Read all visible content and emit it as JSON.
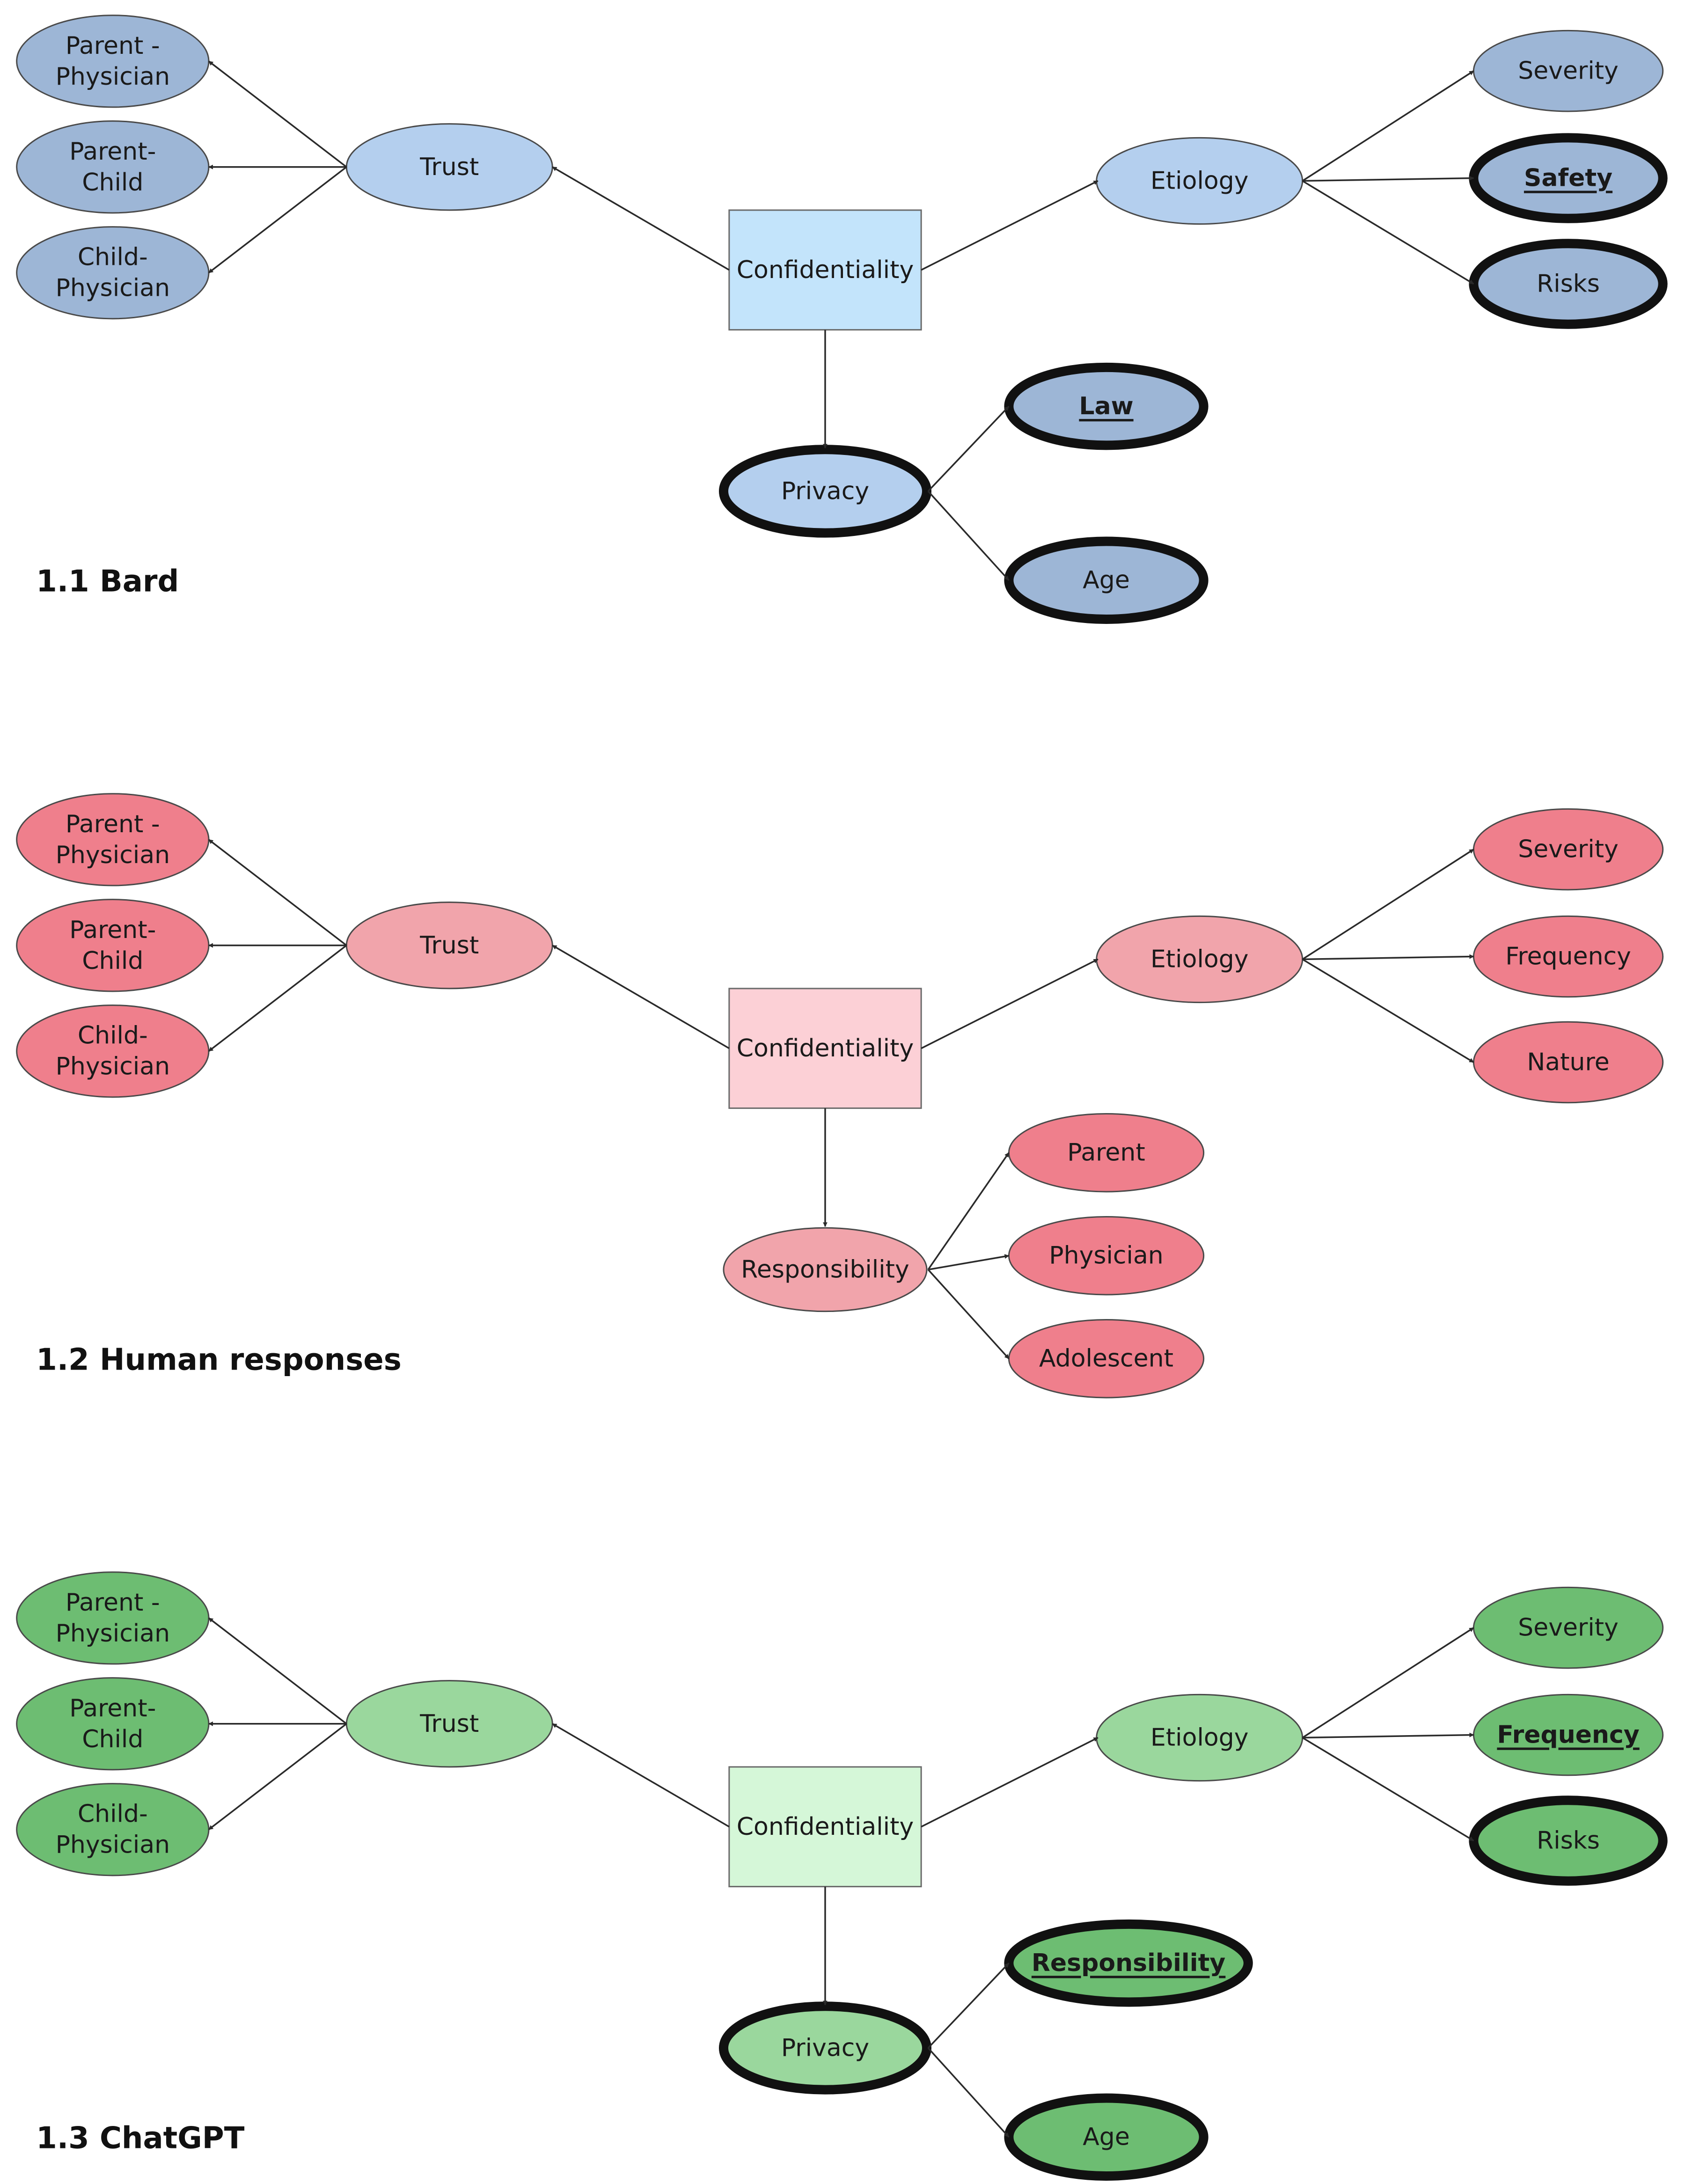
{
  "panels": [
    {
      "title": "1.1 Bard",
      "colors": {
        "leaf": "#9db6d6",
        "mid": "#b4cfee",
        "center": "#c3e4fb"
      },
      "center": "Confidentiality",
      "trust": {
        "label": "Trust",
        "children": [
          {
            "label": [
              "Parent -",
              "Physician"
            ],
            "emphasized": false,
            "underline": false
          },
          {
            "label": [
              "Parent-",
              "Child"
            ],
            "emphasized": false,
            "underline": false
          },
          {
            "label": [
              "Child-",
              "Physician"
            ],
            "emphasized": false,
            "underline": false
          }
        ]
      },
      "etiology": {
        "label": "Etiology",
        "children": [
          {
            "label": [
              "Severity"
            ],
            "emphasized": false,
            "underline": false
          },
          {
            "label": [
              "Safety"
            ],
            "emphasized": true,
            "underline": true
          },
          {
            "label": [
              "Risks"
            ],
            "emphasized": true,
            "underline": false
          }
        ]
      },
      "bottom": {
        "label": "Privacy",
        "emphasized": true,
        "children": [
          {
            "label": [
              "Law"
            ],
            "emphasized": true,
            "underline": true
          },
          {
            "label": [
              "Age"
            ],
            "emphasized": true,
            "underline": false
          }
        ]
      }
    },
    {
      "title": "1.2 Human responses",
      "colors": {
        "leaf": "#ef7f8c",
        "mid": "#f1a4ab",
        "center": "#fcd0d6"
      },
      "center": "Confidentiality",
      "trust": {
        "label": "Trust",
        "children": [
          {
            "label": [
              "Parent -",
              "Physician"
            ],
            "emphasized": false,
            "underline": false
          },
          {
            "label": [
              "Parent-",
              "Child"
            ],
            "emphasized": false,
            "underline": false
          },
          {
            "label": [
              "Child-",
              "Physician"
            ],
            "emphasized": false,
            "underline": false
          }
        ]
      },
      "etiology": {
        "label": "Etiology",
        "children": [
          {
            "label": [
              "Severity"
            ],
            "emphasized": false,
            "underline": false
          },
          {
            "label": [
              "Frequency"
            ],
            "emphasized": false,
            "underline": false
          },
          {
            "label": [
              "Nature"
            ],
            "emphasized": false,
            "underline": false
          }
        ]
      },
      "bottom": {
        "label": "Responsibility",
        "emphasized": false,
        "children": [
          {
            "label": [
              "Parent"
            ],
            "emphasized": false,
            "underline": false
          },
          {
            "label": [
              "Physician"
            ],
            "emphasized": false,
            "underline": false
          },
          {
            "label": [
              "Adolescent"
            ],
            "emphasized": false,
            "underline": false
          }
        ]
      }
    },
    {
      "title": "1.3 ChatGPT",
      "colors": {
        "leaf": "#6dbd72",
        "mid": "#9ad79d",
        "center": "#d5f7d8"
      },
      "center": "Confidentiality",
      "trust": {
        "label": "Trust",
        "children": [
          {
            "label": [
              "Parent -",
              "Physician"
            ],
            "emphasized": false,
            "underline": false
          },
          {
            "label": [
              "Parent-",
              "Child"
            ],
            "emphasized": false,
            "underline": false
          },
          {
            "label": [
              "Child-",
              "Physician"
            ],
            "emphasized": false,
            "underline": false
          }
        ]
      },
      "etiology": {
        "label": "Etiology",
        "children": [
          {
            "label": [
              "Severity"
            ],
            "emphasized": false,
            "underline": false
          },
          {
            "label": [
              "Frequency"
            ],
            "emphasized": false,
            "underline": true
          },
          {
            "label": [
              "Risks"
            ],
            "emphasized": true,
            "underline": false
          }
        ]
      },
      "bottom": {
        "label": "Privacy",
        "emphasized": true,
        "children": [
          {
            "label": [
              "Responsibility"
            ],
            "emphasized": true,
            "underline": true
          },
          {
            "label": [
              "Age"
            ],
            "emphasized": true,
            "underline": false
          }
        ]
      }
    }
  ]
}
